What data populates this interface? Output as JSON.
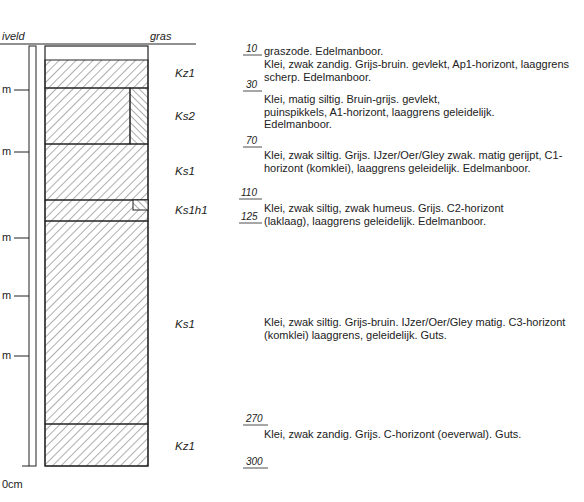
{
  "diagram": {
    "labels": [
      "iveld",
      "gras",
      "m",
      "m",
      "m",
      "m",
      "m",
      "0cm",
      "Kz1",
      "Ks2",
      "Ks1",
      "Ks1h1",
      "Ks1",
      "Kz1",
      "10",
      "graszode. Edelmanboor.",
      "Klei, zwak zandig. Grijs-bruin. gevlekt, Ap1-horizont, laaggrens scherp. Edelmanboor.",
      "30",
      "Klei, matig siltig. Bruin-grijs. gevlekt, puinspikkels, A1-horizont, laaggrens geleidelijk. Edelmanboor.",
      "70",
      "Klei, zwak siltig. Grijs. IJzer/Oer/Gley zwak. matig gerijpt, C1-horizont (komklei), laaggrens geleidelijk. Edelmanboor.",
      "110",
      "125",
      "Klei, zwak siltig, zwak humeus. Grijs. C2-horizont (laklaag), laaggrens geleidelijk. Edelmanboor.",
      "Klei, zwak siltig. Grijs-bruin. IJzer/Oer/Gley matig. C3-horizont (komklei) laaggrens, geleidelijk. Guts.",
      "270",
      "Klei, zwak zandig. Grijs. C-horizont (oeverwal). Guts.",
      "300"
    ]
  }
}
